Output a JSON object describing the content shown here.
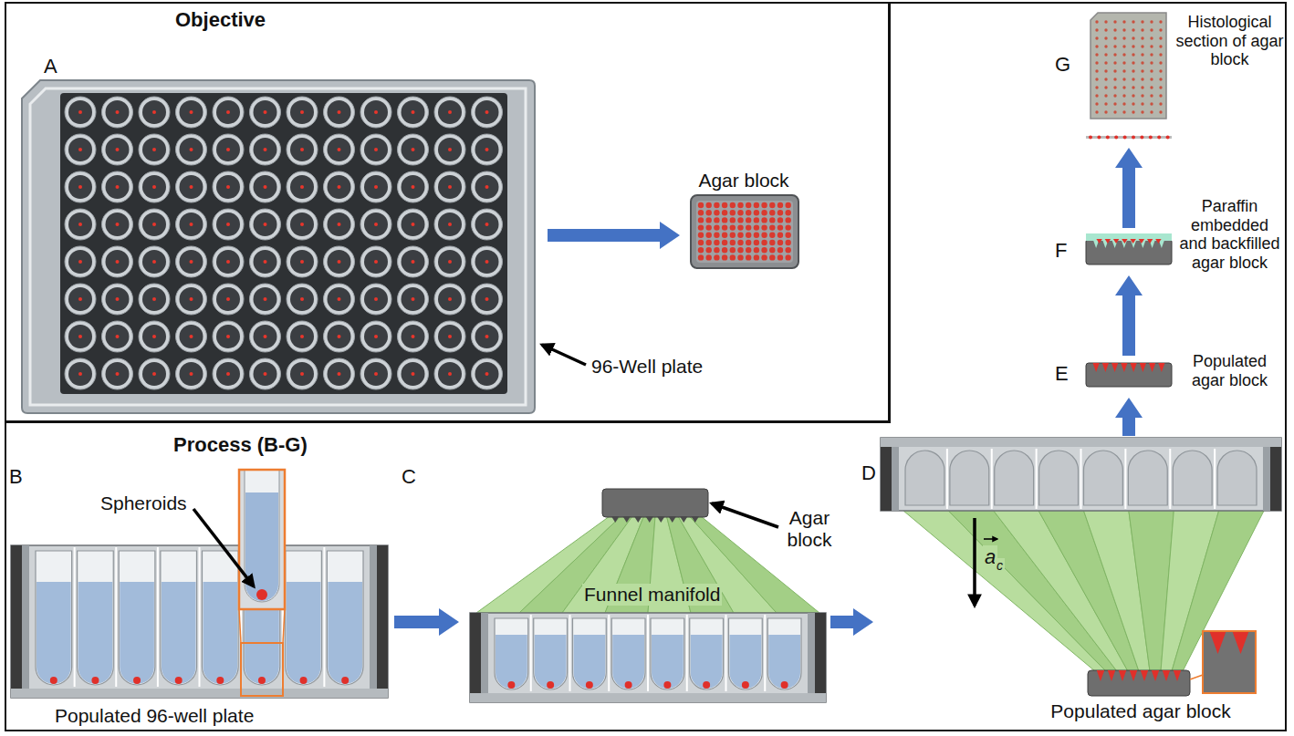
{
  "diagram": {
    "nodes": [
      {
        "text": [
          "Objective"
        ]
      },
      {
        "text": [
          "Process (B-G)"
        ]
      }
    ],
    "labels": [
      "A",
      "Agar block",
      "96-Well plate",
      "B",
      "Spheroids",
      "Populated 96-well plate",
      "C",
      "Agar block",
      "Funnel manifold",
      "D",
      "a",
      "c",
      "Populated agar block",
      "E",
      "Populated agar block",
      "F",
      "Paraffin embedded and backfilled agar block",
      "G",
      "Histological section of agar block"
    ]
  }
}
